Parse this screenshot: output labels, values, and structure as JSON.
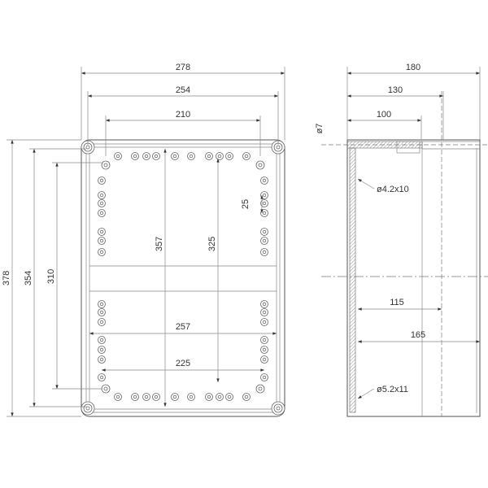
{
  "front_view": {
    "width_outer": "278",
    "width_lid": "254",
    "width_holes": "210",
    "height_outer": "378",
    "height_lid": "354",
    "height_holes": "310",
    "inner_height": "357",
    "inner_hole_span": "325",
    "hole_pitch": "25",
    "inner_width": "257",
    "inner_hole_width": "225"
  },
  "side_view": {
    "depth_total": "180",
    "depth_body": "130",
    "depth_lid": "100",
    "bolt_diameter": "ø7",
    "lid_screw": "ø4.2x10",
    "depth_inner_1": "115",
    "depth_inner_2": "165",
    "mount_screw": "ø5.2x11"
  }
}
